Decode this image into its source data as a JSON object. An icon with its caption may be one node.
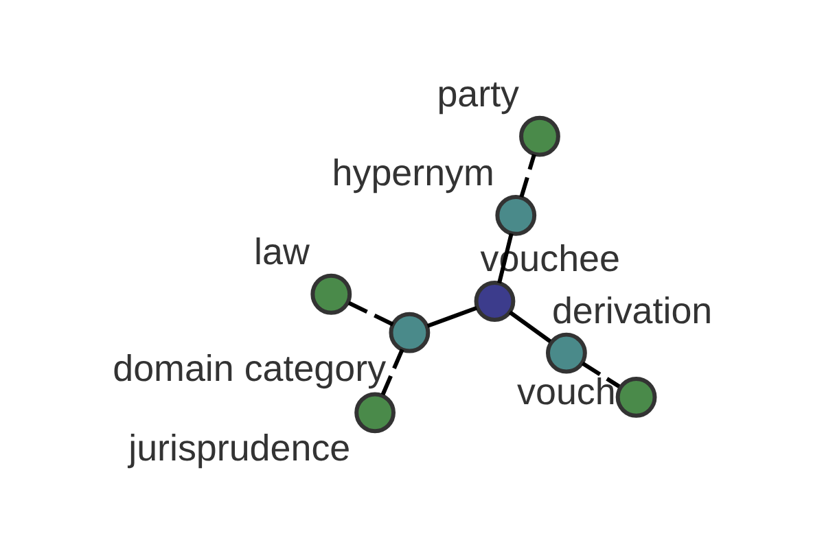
{
  "diagram": {
    "nodes": [
      {
        "text": [
          "vouchee"
        ]
      },
      {
        "text": [
          "hypernym"
        ]
      },
      {
        "text": [
          "derivation"
        ]
      },
      {
        "text": [
          "domain category"
        ]
      },
      {
        "text": [
          "party"
        ]
      },
      {
        "text": [
          "vouch"
        ]
      },
      {
        "text": [
          "law"
        ]
      },
      {
        "text": [
          "jurisprudence"
        ]
      }
    ],
    "edges": [
      {
        "from": 0,
        "to": 1,
        "arrow": "none"
      },
      {
        "from": 0,
        "to": 2,
        "arrow": "none"
      },
      {
        "from": 0,
        "to": 3,
        "arrow": "none"
      },
      {
        "from": 1,
        "to": 4,
        "arrow": "none",
        "style": "dashed"
      },
      {
        "from": 2,
        "to": 5,
        "arrow": "none",
        "style": "dashed"
      },
      {
        "from": 3,
        "to": 6,
        "arrow": "none",
        "style": "dashed"
      },
      {
        "from": 3,
        "to": 7,
        "arrow": "none",
        "style": "dashed"
      }
    ]
  }
}
